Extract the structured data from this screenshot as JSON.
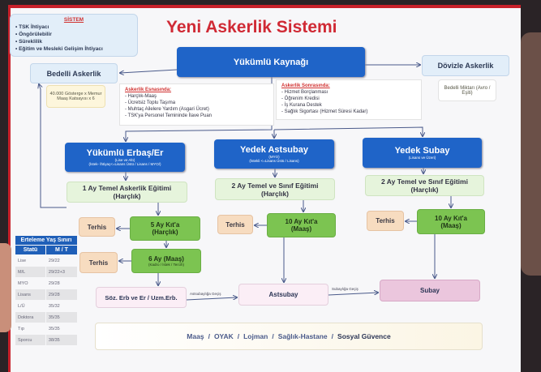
{
  "title": "Yeni Askerlik Sistemi",
  "sistem": {
    "heading": "SİSTEM",
    "items": [
      "TSK İhtiyacı",
      "Öngörülebilir",
      "Süreklilik",
      "Eğitim ve Mesleki Gelişim İhtiyacı"
    ]
  },
  "source": "Yükümlü Kaynağı",
  "bedelli": {
    "label": "Bedelli Askerlik",
    "note": "40.000 Gösterge x Memur Maaş Katsayısı x 6"
  },
  "dovizle": {
    "label": "Dövizle Askerlik",
    "note": "Bedelli Miktarı (Avro / Eşiti)"
  },
  "esnasinda": {
    "heading": "Askerlik Esnasında:",
    "items": [
      "Harçlık-Maaş",
      "Ücretsiz Toplu Taşıma",
      "Muhtaç Ailelere Yardım (Asgari Ücret)",
      "TSK'ya Personel Temininde İlave Puan"
    ]
  },
  "sonrasinda": {
    "heading": "Askerlik Sonrasında:",
    "items": [
      "Hizmet Borçlanması",
      "Öğrenim Kredisi",
      "İş Kurana Destek",
      "Sağlık Sigortası (Hizmet Süresi Kadar)"
    ]
  },
  "erbas": {
    "title": "Yükümlü Erbaş/Er",
    "sub1": "(Lise ve Altı)",
    "sub2": "(İstek- İhtiyaç<=Lisans Üstü / Lisans / MYO/)",
    "training": "1 Ay Temel Askerlik Eğitimi",
    "training_sub": "(Harçlık)",
    "step1": "5 Ay Kıt'a",
    "step1_sub": "(Harçlık)",
    "step2": "6 Ay (Maaş)",
    "step2_sub": "(Kadro / İstek / Tercih)",
    "end": "Söz. Erb ve Er / Uzm.Erb."
  },
  "astsubay": {
    "title": "Yedek Astsubay",
    "sub1": "(MYO)",
    "sub2": "(İstekli <=Lisans Üstü / Lisans)",
    "training": "2 Ay Temel ve Sınıf Eğitimi",
    "training_sub": "(Harçlık)",
    "step1": "10 Ay Kıt'a",
    "step1_sub": "(Maaş)",
    "end": "Astsubay"
  },
  "subay": {
    "title": "Yedek Subay",
    "sub1": "(Lisans ve Üzeri)",
    "training": "2 Ay Temel ve Sınıf Eğitimi",
    "training_sub": "(Harçlık)",
    "step1": "10 Ay Kıt'a",
    "step1_sub": "(Maaş)",
    "end": "Subay"
  },
  "terhis": "Terhis",
  "transitions": {
    "to_astsubay": "Astsubaylığa Geçiş",
    "to_subay": "Subaylığa Geçiş"
  },
  "table": {
    "title": "Erteleme Yaş Sınırı",
    "headers": [
      "Statü",
      "M / T"
    ],
    "rows": [
      [
        "Lise",
        "29/22"
      ],
      [
        "M/L",
        "29/22+3"
      ],
      [
        "MYO",
        "29/28"
      ],
      [
        "Lisans",
        "29/28"
      ],
      [
        "L/Ü",
        "35/32"
      ],
      [
        "Doktora",
        "35/35"
      ],
      [
        "Tıp",
        "35/35"
      ],
      [
        "Sporcu",
        "38/35"
      ]
    ]
  },
  "benefits": [
    "Maaş",
    "OYAK",
    "Lojman",
    "Sağlık-Hastane",
    "Sosyal Güvence"
  ]
}
